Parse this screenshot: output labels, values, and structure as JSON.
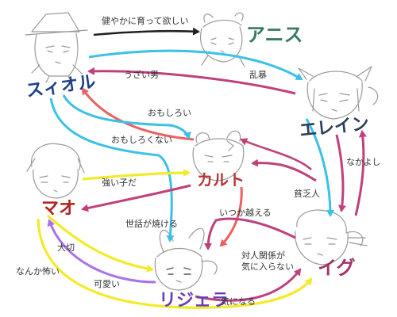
{
  "characters": {
    "fiol": "スィオル",
    "anis": "アニス",
    "elaine": "エレイン",
    "karuto": "カルト",
    "mao": "マオ",
    "igu": "イグ",
    "rijera": "リジェラ"
  },
  "relations": {
    "fiol_anis": "健やかに育って欲しい",
    "karuto_fiol_uzai": "うざい男",
    "elaine_fiol": "乱暴",
    "fiol_karuto_fun": "おもしろい",
    "karuto_fiol_notfun": "おもしろくない",
    "elaine_igu": "なかよし",
    "mao_karuto": "強い子だ",
    "karuto_rijera": "いつか越える",
    "igu_karuto": "貧乏人",
    "karuto_mao": "世話が焼ける",
    "mao_rijera_taisetsu": "大切",
    "rijera_mao_kowai": "なんか怖い",
    "mao_rijera_kawaii": "可愛い",
    "igu_rijera": "対人関係が\n気に入らない",
    "rijera_igu": "気になる"
  },
  "colors": {
    "cyan": "#3cc1e6",
    "magenta": "#c0407c",
    "salmon": "#ec6060",
    "yellow": "#f3ea2c",
    "purple": "#a972ec",
    "navy": "#1f3f86",
    "anis": "#3a7a63",
    "elaine": "#2b3f57",
    "karuto": "#b83636",
    "mao": "#b3221f",
    "igu": "#a23466",
    "rijera": "#6a3fb6"
  }
}
